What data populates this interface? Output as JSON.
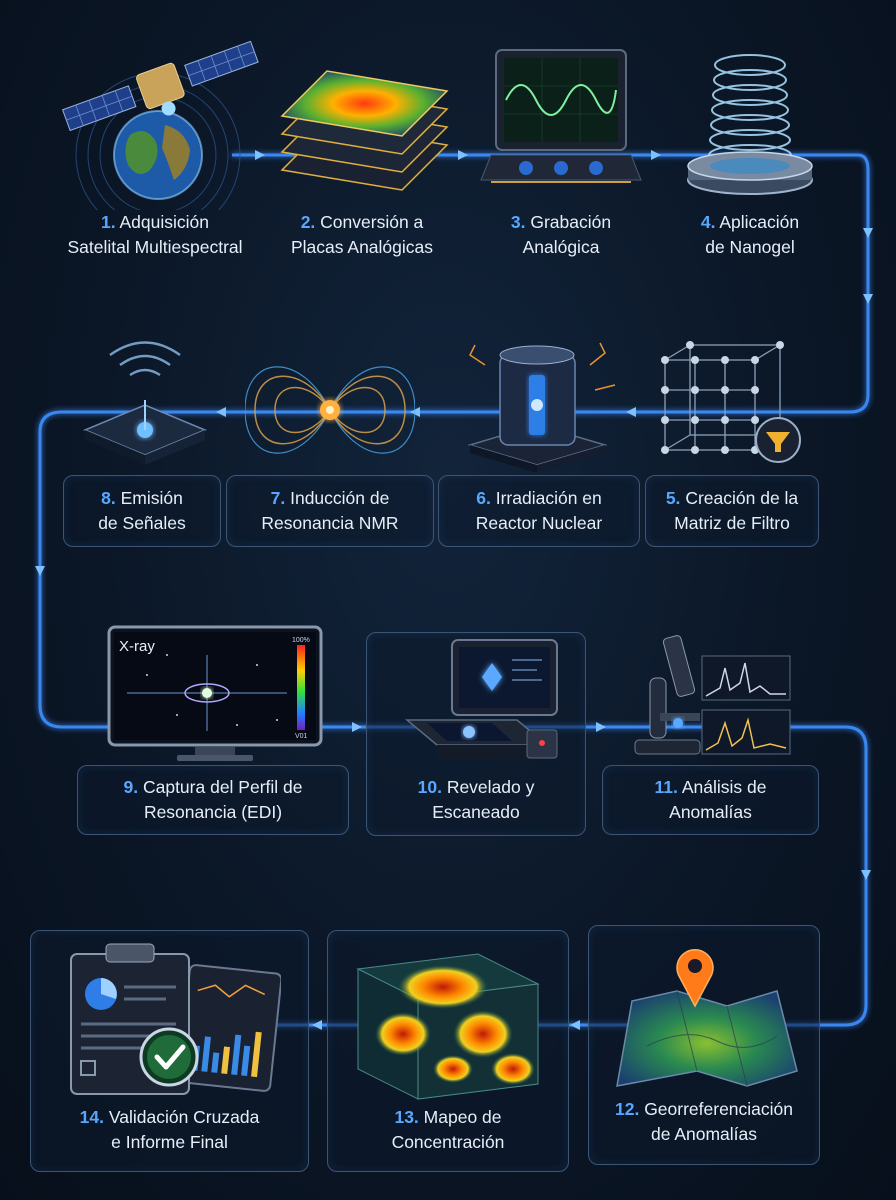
{
  "steps": [
    {
      "num": "1.",
      "line1": "Adquisición",
      "line2": "Satelital Multiespectral",
      "icon": "satellite-earth-icon"
    },
    {
      "num": "2.",
      "line1": "Conversión a",
      "line2": "Placas Analógicas",
      "icon": "analog-plates-icon"
    },
    {
      "num": "3.",
      "line1": "Grabación",
      "line2": "Analógica",
      "icon": "analog-recorder-icon"
    },
    {
      "num": "4.",
      "line1": "Aplicación",
      "line2": "de Nanogel",
      "icon": "nanogel-coil-icon"
    },
    {
      "num": "5.",
      "line1": "Creación de la",
      "line2": "Matriz de Filtro",
      "icon": "filter-matrix-icon"
    },
    {
      "num": "6.",
      "line1": "Irradiación en",
      "line2": "Reactor Nuclear",
      "icon": "nuclear-reactor-icon"
    },
    {
      "num": "7.",
      "line1": "Inducción de",
      "line2": "Resonancia NMR",
      "icon": "magnetic-field-icon"
    },
    {
      "num": "8.",
      "line1": "Emisión",
      "line2": "de Señales",
      "icon": "signal-emitter-icon"
    },
    {
      "num": "9.",
      "line1": "Captura del Perfil de",
      "line2": "Resonancia (EDI)",
      "icon": "xray-monitor-icon"
    },
    {
      "num": "10.",
      "line1": "Revelado y",
      "line2": "Escaneado",
      "icon": "scanner-icon"
    },
    {
      "num": "11.",
      "line1": "Análisis de",
      "line2": "Anomalías",
      "icon": "microscope-icon"
    },
    {
      "num": "12.",
      "line1": "Georreferenciación",
      "line2": "de Anomalías",
      "icon": "map-pin-icon"
    },
    {
      "num": "13.",
      "line1": "Mapeo de",
      "line2": "Concentración",
      "icon": "heatmap-cube-icon"
    },
    {
      "num": "14.",
      "line1": "Validación Cruzada",
      "line2": "e Informe Final",
      "icon": "report-check-icon"
    }
  ],
  "monitor": {
    "title": "X-ray",
    "scale_top": "100%",
    "scale_bottom": "V01"
  },
  "colors": {
    "accent": "#58a8ff",
    "flow": "#3d8eff",
    "background": "#0a1626",
    "card_border": "#3c5573"
  }
}
